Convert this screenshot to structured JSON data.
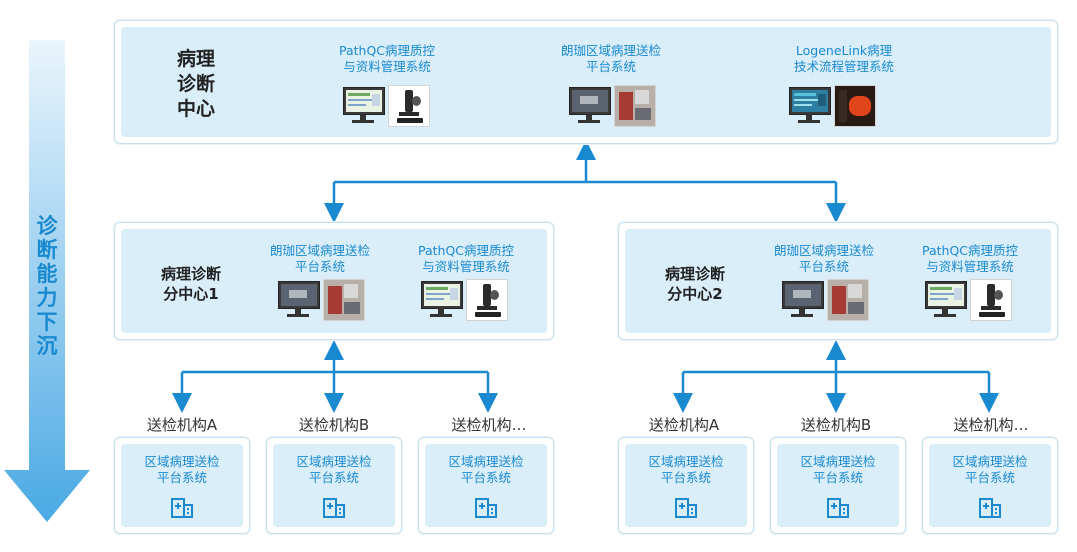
{
  "side_arrow": {
    "label": [
      "诊",
      "断",
      "能",
      "力",
      "下",
      "沉"
    ],
    "color": "#1a8ad0"
  },
  "top": {
    "title": [
      "病理",
      "诊断",
      "中心"
    ],
    "systems": [
      {
        "line1": "PathQC病理质控",
        "line2": "与资料管理系统",
        "screen": "green-ui",
        "side": "microscope-icon"
      },
      {
        "line1": "朗珈区域病理送检",
        "line2": "平台系统",
        "screen": "dark-ui",
        "side": "lab-photo"
      },
      {
        "line1": "LogeneLink病理",
        "line2": "技术流程管理系统",
        "screen": "teal-ui",
        "side": "red-lab-photo"
      }
    ]
  },
  "subs": [
    {
      "title": [
        "病理诊断",
        "分中心1"
      ],
      "systems": [
        {
          "line1": "朗珈区域病理送检",
          "line2": "平台系统"
        },
        {
          "line1": "PathQC病理质控",
          "line2": "与资料管理系统"
        }
      ],
      "orgs": [
        {
          "label": "送检机构A",
          "line1": "区域病理送检",
          "line2": "平台系统"
        },
        {
          "label": "送检机构B",
          "line1": "区域病理送检",
          "line2": "平台系统"
        },
        {
          "label": "送检机构…",
          "line1": "区域病理送检",
          "line2": "平台系统"
        }
      ]
    },
    {
      "title": [
        "病理诊断",
        "分中心2"
      ],
      "systems": [
        {
          "line1": "朗珈区域病理送检",
          "line2": "平台系统"
        },
        {
          "line1": "PathQC病理质控",
          "line2": "与资料管理系统"
        }
      ],
      "orgs": [
        {
          "label": "送检机构A",
          "line1": "区域病理送检",
          "line2": "平台系统"
        },
        {
          "label": "送检机构B",
          "line1": "区域病理送检",
          "line2": "平台系统"
        },
        {
          "label": "送检机构…",
          "line1": "区域病理送检",
          "line2": "平台系统"
        }
      ]
    }
  ],
  "colors": {
    "accent": "#1a8ad0",
    "panel_bg": "#daeefa",
    "border": "#c6e0f2"
  }
}
